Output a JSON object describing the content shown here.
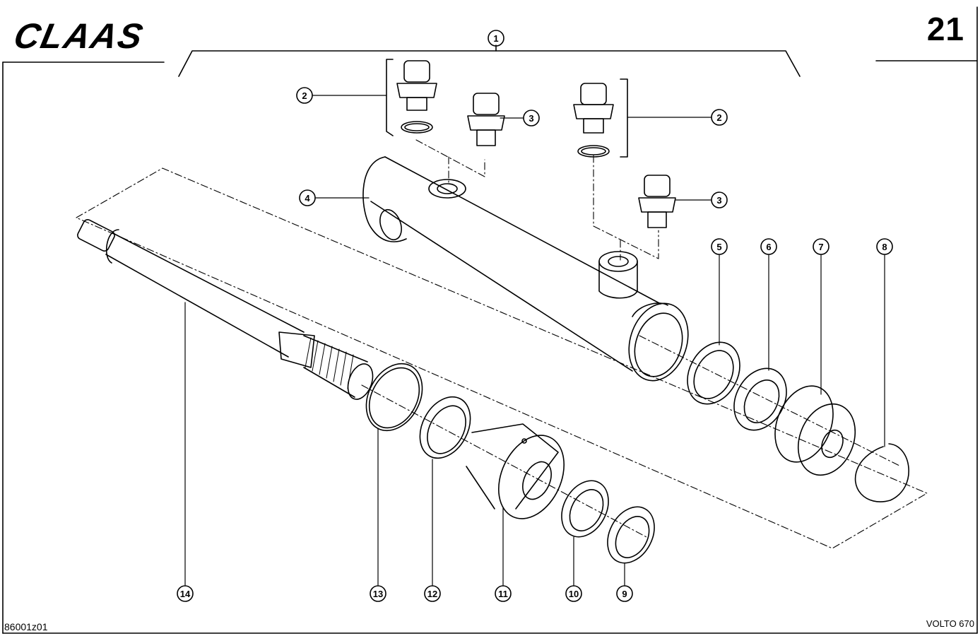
{
  "brand": {
    "logo_text": "CLAAS"
  },
  "page_number": "21",
  "drawing_code": "86001z01",
  "model_name": "VOLTO 670",
  "callouts": {
    "c1": "1",
    "c2a": "2",
    "c2b": "2",
    "c3a": "3",
    "c3b": "3",
    "c4": "4",
    "c5": "5",
    "c6": "6",
    "c7": "7",
    "c8": "8",
    "c9": "9",
    "c10": "10",
    "c11": "11",
    "c12": "12",
    "c13": "13",
    "c14": "14"
  }
}
